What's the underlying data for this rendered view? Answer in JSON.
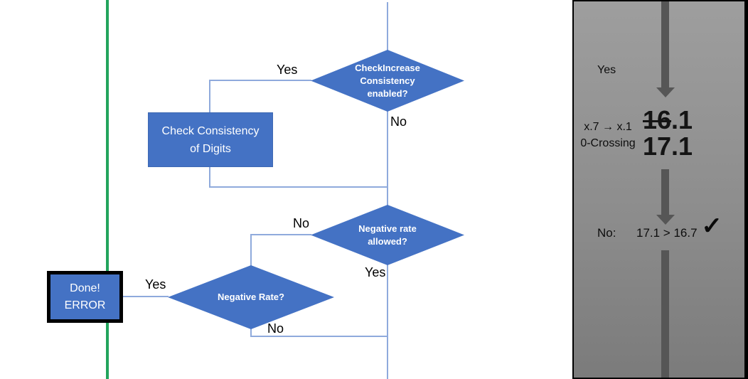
{
  "colors": {
    "shape_blue": "#4472C4",
    "connector_blue": "#8FAADC",
    "divider_green": "#22A45C",
    "arrow_gray": "#565656"
  },
  "flowchart": {
    "decision_consistency": {
      "text": "CheckIncrease Consistency enabled?"
    },
    "process_check_consistency": {
      "text": "Check Consistency of Digits"
    },
    "decision_negative_allowed": {
      "text": "Negative rate allowed?"
    },
    "decision_negative_rate": {
      "text": "Negative Rate?"
    },
    "terminal_done": {
      "text": "Done! ERROR"
    },
    "edge_labels": {
      "consistency_yes": "Yes",
      "consistency_no": "No",
      "negative_allowed_no": "No",
      "negative_allowed_yes": "Yes",
      "negative_rate_yes": "Yes",
      "negative_rate_no": "No"
    }
  },
  "side_panel": {
    "yes_label": "Yes",
    "rule_line1": "x.7 → x.1",
    "rule_line2": "0-Crossing",
    "value_old_struck": "16",
    "value_old_rest": ".1",
    "value_new": "17.1",
    "result_prefix": "No:",
    "result_comparison": "17.1 > 16.7",
    "checkmark": "✓"
  }
}
